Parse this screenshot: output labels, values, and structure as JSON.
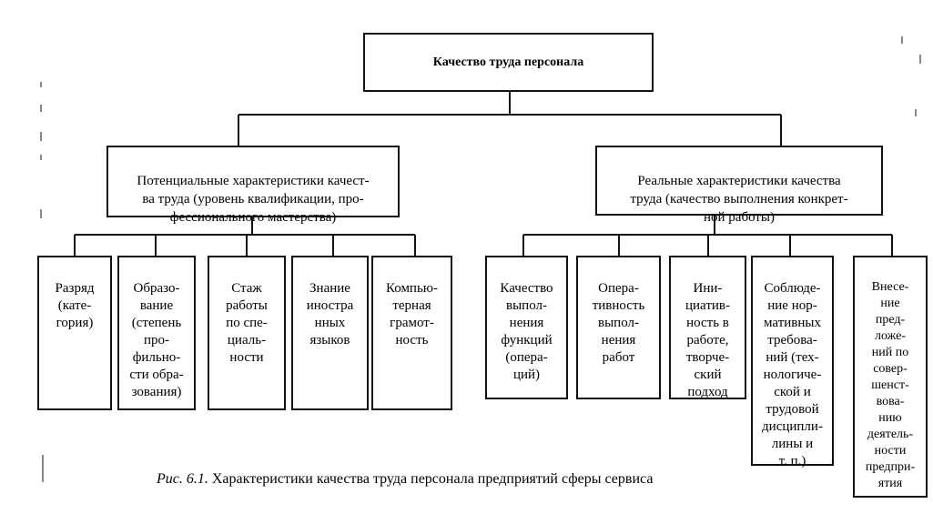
{
  "root": {
    "label": "Качество труда персонала"
  },
  "groups": [
    {
      "label": "Потенциальные характеристики качест-\nва труда (уровень квалификации, про-\nфессионального мастерства)",
      "items": [
        "Разряд\n(кате-\nгория)",
        "Образо-\nвание\n(степень\nпро-\nфильно-\nсти обра-\nзования)",
        "Стаж\nработы\nпо спе-\nциаль-\nности",
        "Знание\nиностра\nнных\nязыков",
        "Компью-\nтерная\nграмот-\nность"
      ]
    },
    {
      "label": "Реальные характеристики качества\nтруда (качество выполнения конкрет-\nной работы)",
      "items": [
        "Качество\nвыпол-\nнения\nфункций\n(опера-\nций)",
        "Опера-\nтивность\nвыпол-\nнения\nработ",
        "Ини-\nциатив-\nность в\nработе,\nтворче-\nский\nподход",
        "Соблюде-\nние нор-\nмативных\nтребова-\nний (тех-\nнологиче-\nской и\nтрудовой\nдисципли-\nлины и\nт. п.)",
        "Внесе-\nние\nпред-\nложе-\nний по\nсовер-\nшенст-\nвова-\nнию\nдеятель-\nности\nпредпри-\nятия"
      ]
    }
  ],
  "caption": {
    "prefix": "Рис. 6.1.",
    "text": " Характеристики качества труда персонала предприятий сферы сервиса"
  }
}
